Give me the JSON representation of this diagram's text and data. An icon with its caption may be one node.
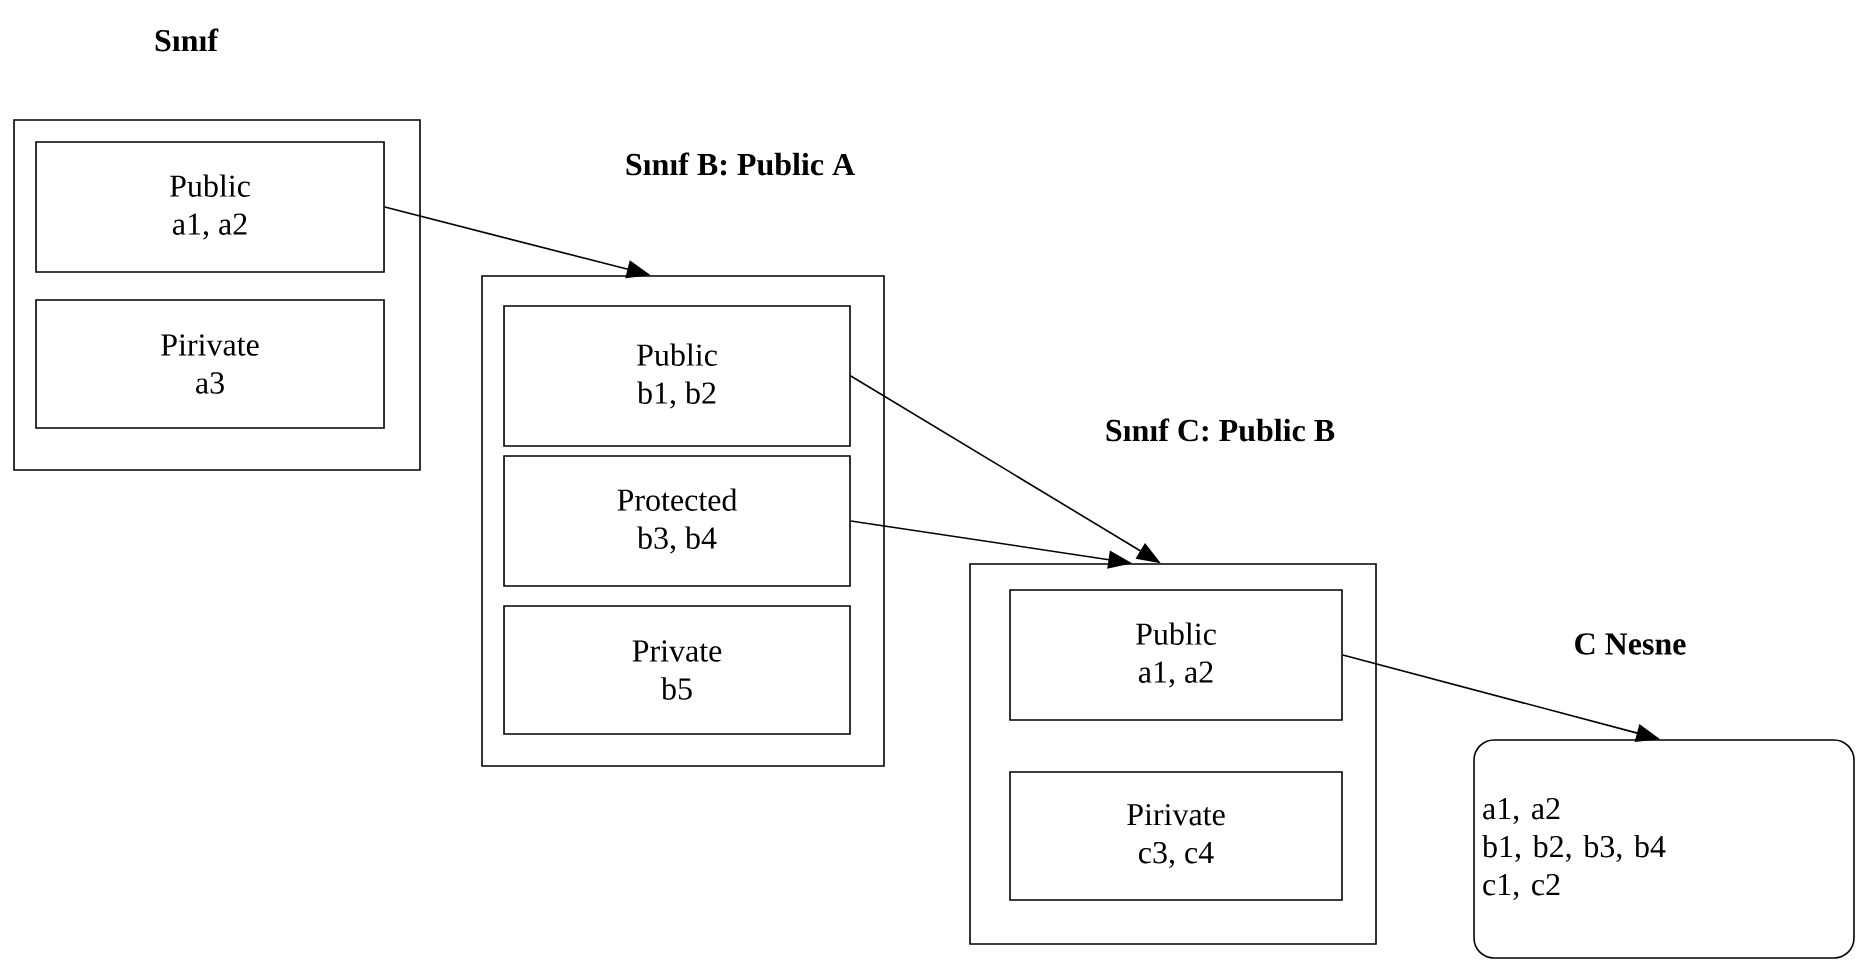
{
  "diagram": {
    "nodes": [
      {
        "text": [
          "Sınıf"
        ]
      },
      {
        "text": [
          "Public",
          "a1, a2"
        ],
        "in": 0
      },
      {
        "text": [
          "Pirivate",
          "a3"
        ],
        "in": 0
      },
      {
        "text": [
          "Sınıf B: Public A"
        ]
      },
      {
        "text": [
          "Public",
          "b1, b2"
        ],
        "in": 3
      },
      {
        "text": [
          "Protected",
          "b3, b4"
        ],
        "in": 3
      },
      {
        "text": [
          "Private",
          "b5"
        ],
        "in": 3
      },
      {
        "text": [
          "Sınıf C: Public B"
        ]
      },
      {
        "text": [
          "Public",
          "a1, a2"
        ],
        "in": 7
      },
      {
        "text": [
          "Pirivate",
          "c3, c4"
        ],
        "in": 7
      },
      {
        "text": [
          "C Nesne",
          "a1, a2",
          "b1, b2, b3, b4",
          "c1, c2"
        ]
      }
    ],
    "edges": [
      {
        "from": 1,
        "to": 3,
        "arrow": "to"
      },
      {
        "from": 4,
        "to": 7,
        "arrow": "to"
      },
      {
        "from": 5,
        "to": 7,
        "arrow": "to"
      },
      {
        "from": 8,
        "to": 10,
        "arrow": "to"
      }
    ]
  }
}
